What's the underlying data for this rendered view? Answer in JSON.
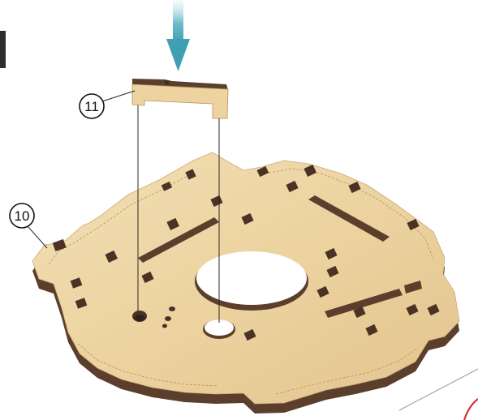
{
  "callouts": [
    {
      "label": "11",
      "part": "bracket"
    },
    {
      "label": "10",
      "part": "base-plate"
    }
  ],
  "colors": {
    "wood_top": "#ecd5a4",
    "wood_top_light": "#f3e2bc",
    "wood_edge": "#5b3e2c",
    "wood_edge_dark": "#3f2a1e",
    "hole": "#ffffff",
    "arrow": "#4aa6b8",
    "line": "#2a2a2a",
    "accent_red": "#d0303a"
  },
  "icons": {
    "insert_arrow": "arrow-down-icon"
  }
}
